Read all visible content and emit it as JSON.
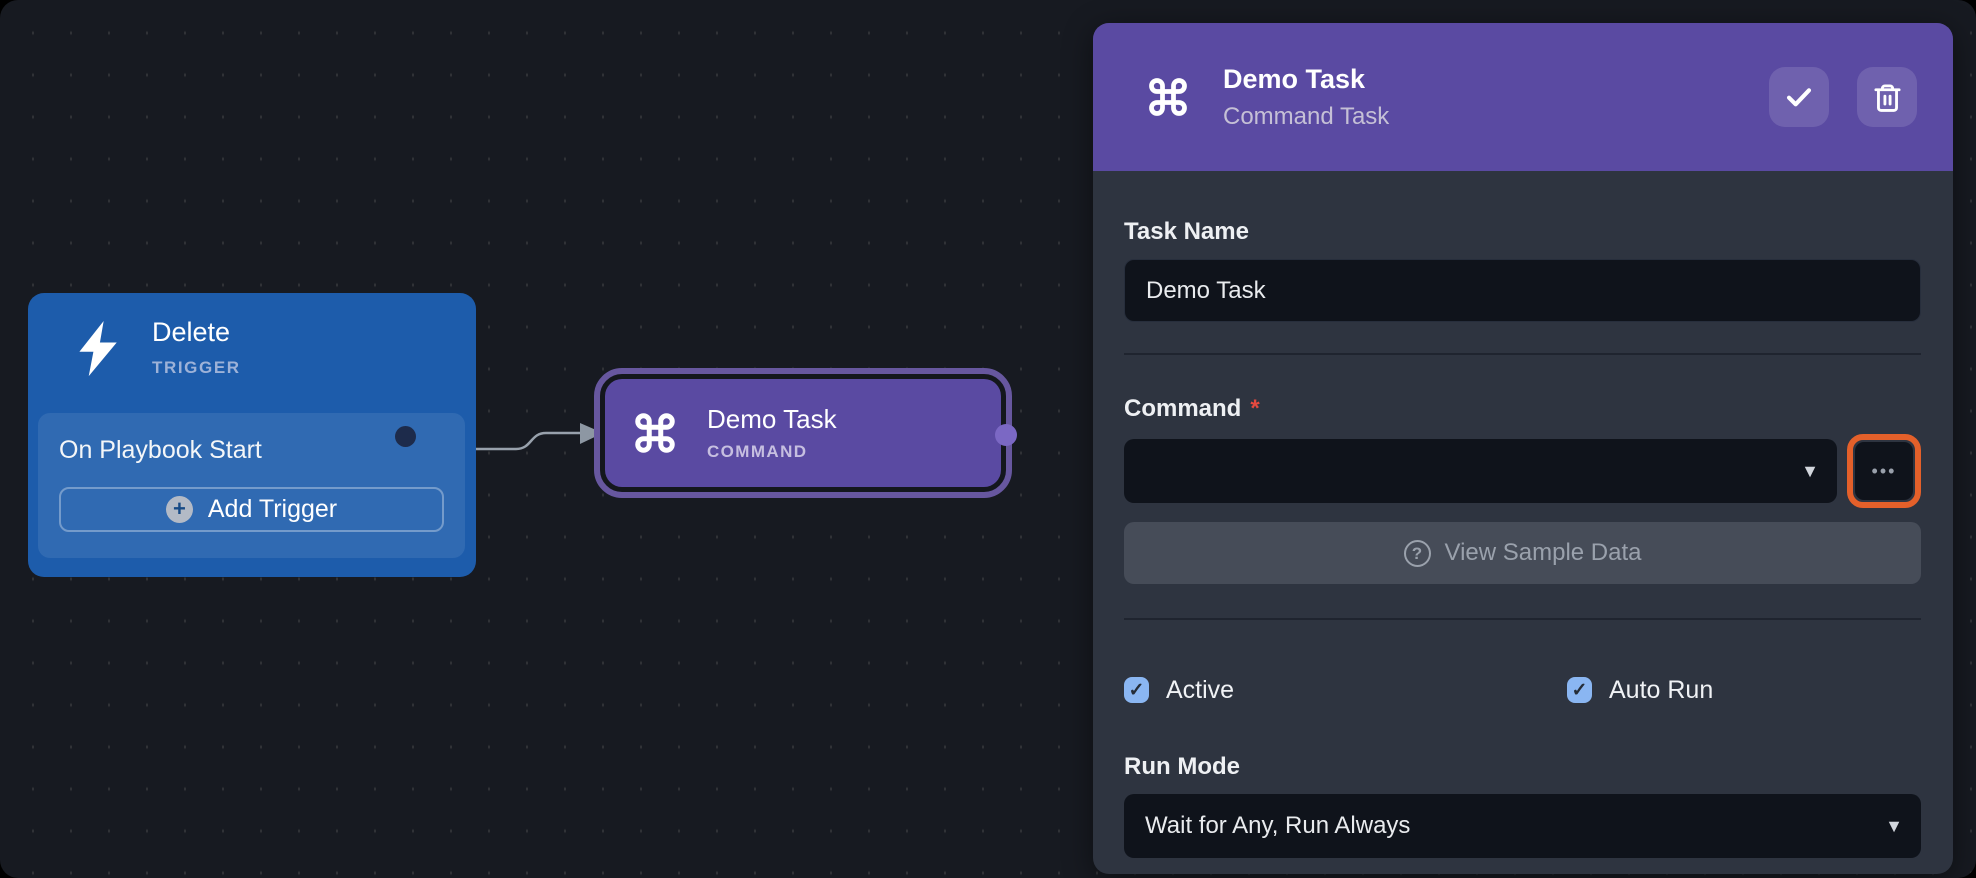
{
  "colors": {
    "accent_purple": "#5a4aa2",
    "node_blue": "#1d5cab",
    "highlight_orange": "#e4602a",
    "checkbox_blue": "#8ab6f2",
    "required_red": "#e5493f",
    "canvas_bg": "#171a21",
    "panel_bg": "#2e3440",
    "field_bg": "#0f131b"
  },
  "icons": {
    "check": "✓",
    "plus": "+",
    "question": "?",
    "caret": "▼",
    "ellipsis": "•••"
  },
  "canvas": {
    "trigger_node": {
      "icon": "lightning-icon",
      "title": "Delete",
      "kicker": "TRIGGER",
      "item_label": "On Playbook Start",
      "add_button_label": "Add Trigger"
    },
    "task_node": {
      "icon": "command-icon",
      "title": "Demo Task",
      "kicker": "COMMAND"
    }
  },
  "panel": {
    "header": {
      "icon": "command-icon",
      "title": "Demo Task",
      "subtitle": "Command Task"
    },
    "task_name": {
      "label": "Task Name",
      "value": "Demo Task"
    },
    "command": {
      "label": "Command",
      "required_mark": "*",
      "selected_value": "",
      "highlighted": true
    },
    "sample_button": {
      "label": "View Sample Data",
      "disabled": true
    },
    "checkboxes": [
      {
        "label": "Active",
        "checked": true
      },
      {
        "label": "Auto Run",
        "checked": true
      }
    ],
    "run_mode": {
      "label": "Run Mode",
      "selected_value": "Wait for Any, Run Always"
    }
  }
}
